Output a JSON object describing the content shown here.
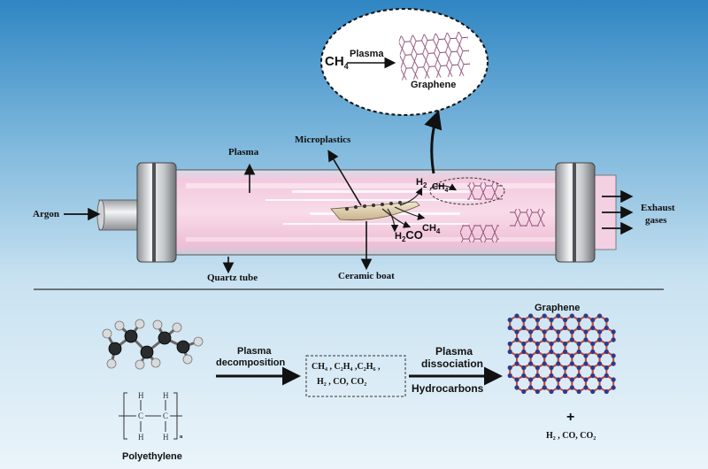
{
  "top": {
    "labels": {
      "plasma": "Plasma",
      "microplastics": "Microplastics",
      "argon": "Argon",
      "quartz_tube": "Quartz tube",
      "ceramic_boat": "Ceramic boat",
      "exhaust_line1": "Exhaust",
      "exhaust_line2": "gases"
    },
    "gas_labels": {
      "h2": "H",
      "h2_sub": "2",
      "ch4": "CH",
      "ch4_sub": "4",
      "h2co": "H",
      "h2co_sub": "2",
      "co": "CO",
      "ch4b": "CH",
      "ch4b_sub": "4"
    },
    "bubble": {
      "reactant": "CH",
      "reactant_sub": "4",
      "arrow_label": "Plasma",
      "product": "Graphene"
    }
  },
  "bottom": {
    "polyethylene_label": "Polyethylene",
    "step1_line1": "Plasma",
    "step1_line2": "decomposition",
    "intermediates_line1": "CH₄ , C₂H₄ ,C₂H₆ ,",
    "intermediates_line2": "H₂ , CO, CO₂",
    "step2_line1": "Plasma",
    "step2_line2": "dissociation",
    "step2_below": "Hydrocarbons",
    "graphene_title": "Graphene",
    "plus": "+",
    "byproducts": "H₂ , CO, CO₂",
    "subscript_n": "n"
  },
  "colors": {
    "tube_pink": "#f3c9de",
    "cap_gray": "#b9bcbf",
    "graphene_bond": "#d0482c",
    "graphene_atom": "#2e3a8c"
  }
}
